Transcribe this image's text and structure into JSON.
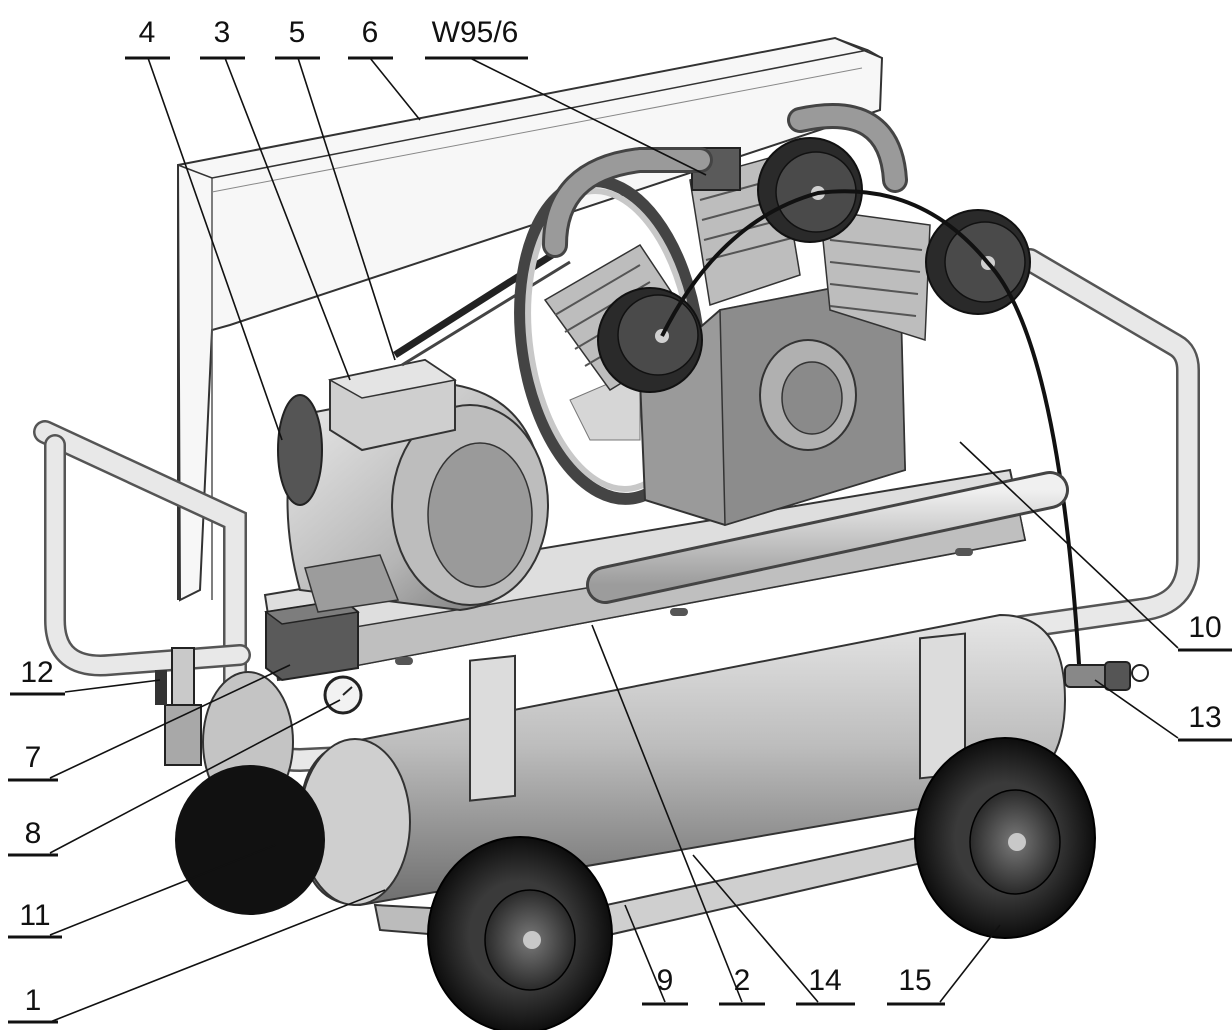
{
  "diagram": {
    "subject": "Piston air compressor on wheeled trolley with receiver tank",
    "callouts": {
      "c4": "4",
      "c3": "3",
      "c5": "5",
      "c6": "6",
      "cW": "W95/6",
      "c10": "10",
      "c12": "12",
      "c13": "13",
      "c7": "7",
      "c8": "8",
      "c11": "11",
      "c1": "1",
      "c9": "9",
      "c2": "2",
      "c14": "14",
      "c15": "15"
    },
    "colors": {
      "metal_light": "#d9d9d9",
      "metal_mid": "#9a9a9a",
      "metal_dark": "#4a4a4a",
      "tyre": "#1f1f1f",
      "line": "#111111"
    }
  }
}
